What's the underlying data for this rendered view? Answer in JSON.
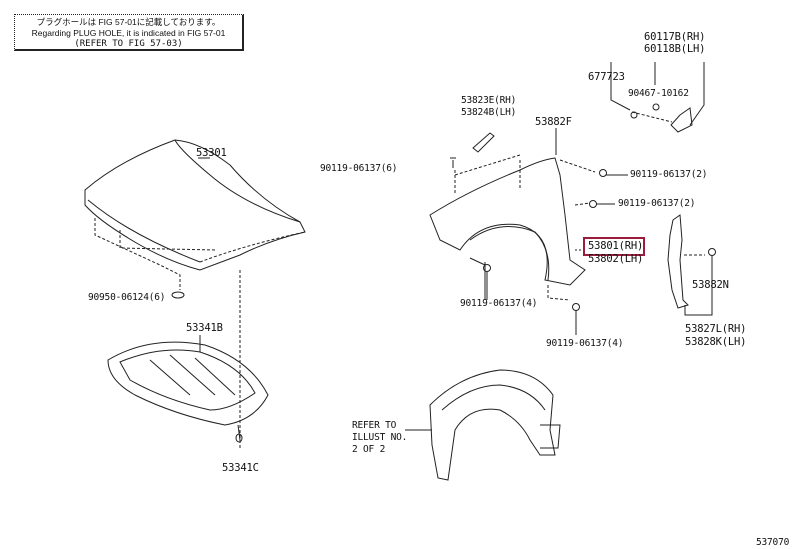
{
  "note": {
    "line1": "プラグホールは FIG 57-01に記載しております。",
    "line2": "Regarding PLUG HOLE, it is indicated in FIG 57-01",
    "line3": "(REFER TO FIG 57-03)"
  },
  "parts": {
    "hood": "53301",
    "hood_bumper": "90950-06124(6)",
    "under_cover": "53341B",
    "under_cover_clip": "53341C",
    "seal_rh": "53823E(RH)",
    "seal_lh": "53824B(LH)",
    "fender_clip_f": "53882F",
    "mudguard_rh": "60117B(RH)",
    "mudguard_lh": "60118B(LH)",
    "clip_677723": "677723",
    "screw_90467": "90467-10162",
    "bolt_top": "90119-06137(6)",
    "bolt_right1": "90119-06137(2)",
    "bolt_right2": "90119-06137(2)",
    "fender_rh": "53801(RH)",
    "fender_lh": "53802(LH)",
    "clip_n": "53882N",
    "bolt_lower_left": "90119-06137(4)",
    "bracket_rh": "53827L(RH)",
    "bracket_lh": "53828K(LH)",
    "bolt_bottom": "90119-06137(4)"
  },
  "refer": {
    "line1": "REFER TO",
    "line2": "ILLUST NO.",
    "line3": "2 OF 2"
  },
  "figure_code": "537070",
  "colors": {
    "highlight": "#9b1c3c"
  }
}
